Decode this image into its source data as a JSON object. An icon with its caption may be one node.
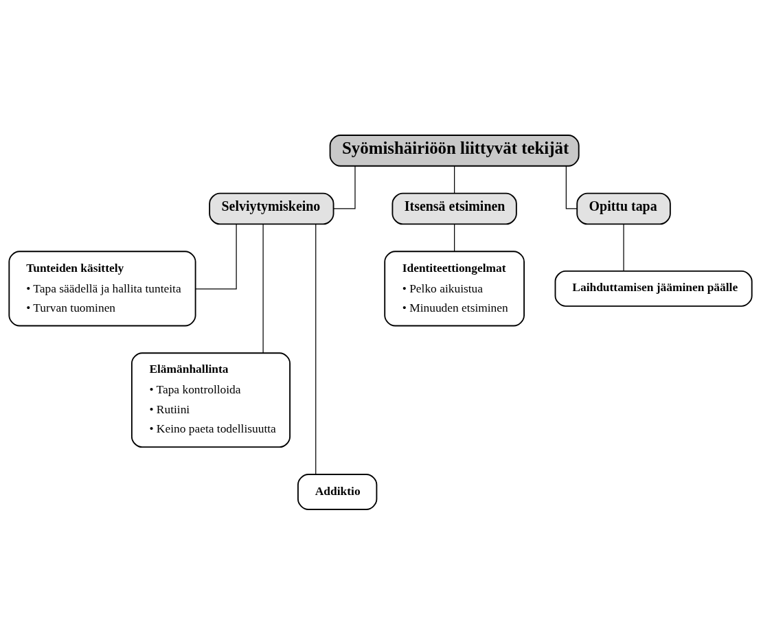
{
  "diagram": {
    "nodes": [
      {
        "text": [
          "Syömishäiriöön liittyvät tekijät"
        ]
      },
      {
        "text": [
          "Selviytymiskeino"
        ]
      },
      {
        "text": [
          "Itsensä etsiminen"
        ]
      },
      {
        "text": [
          "Opittu tapa"
        ]
      },
      {
        "text": [
          "Tunteiden käsittely",
          "• Tapa säädellä ja hallita tunteita",
          "• Turvan tuominen"
        ]
      },
      {
        "text": [
          "Elämänhallinta",
          "• Tapa kontrolloida",
          "• Rutiini",
          "• Keino paeta todellisuutta"
        ]
      },
      {
        "text": [
          "Addiktio"
        ]
      },
      {
        "text": [
          "Identiteettiongelmat",
          "• Pelko aikuistua",
          "• Minuuden etsiminen"
        ]
      },
      {
        "text": [
          "Laihduttamisen jääminen päälle"
        ]
      }
    ],
    "edges": [
      {
        "from": 0,
        "to": 1,
        "arrow": "none"
      },
      {
        "from": 0,
        "to": 2,
        "arrow": "none"
      },
      {
        "from": 0,
        "to": 3,
        "arrow": "none"
      },
      {
        "from": 1,
        "to": 4,
        "arrow": "none"
      },
      {
        "from": 1,
        "to": 5,
        "arrow": "none"
      },
      {
        "from": 1,
        "to": 6,
        "arrow": "none"
      },
      {
        "from": 2,
        "to": 7,
        "arrow": "none"
      },
      {
        "from": 3,
        "to": 8,
        "arrow": "none"
      }
    ]
  }
}
